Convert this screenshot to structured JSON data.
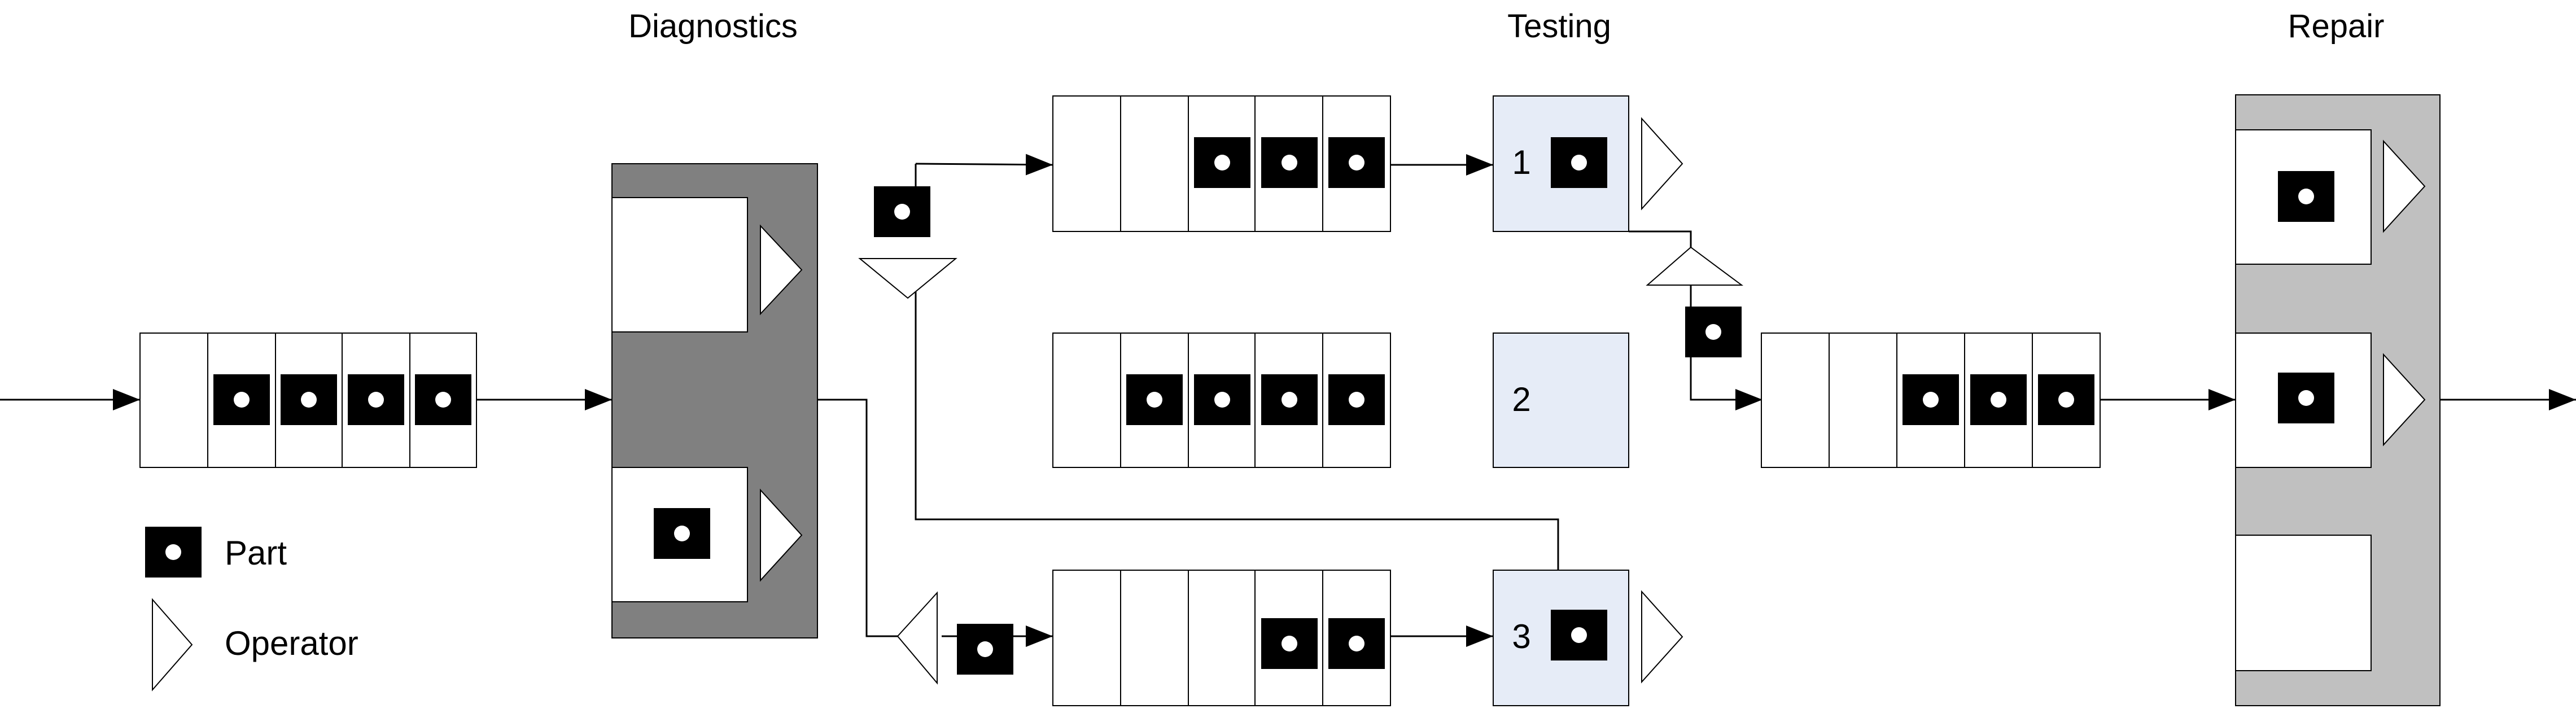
{
  "stages": {
    "diagnostics": "Diagnostics",
    "testing": "Testing",
    "repair": "Repair"
  },
  "testers": [
    "1",
    "2",
    "3"
  ],
  "legend": {
    "part_label": "Part",
    "operator_label": "Operator"
  },
  "colors": {
    "diagnostics_fill": "#808080",
    "repair_fill": "#c0c0c0",
    "tester_fill": "#e6ecf7",
    "part_fill": "#000000",
    "stroke": "#000000"
  },
  "icons": [
    "part-icon",
    "operator-triangle-icon",
    "flow-arrow-icon"
  ]
}
